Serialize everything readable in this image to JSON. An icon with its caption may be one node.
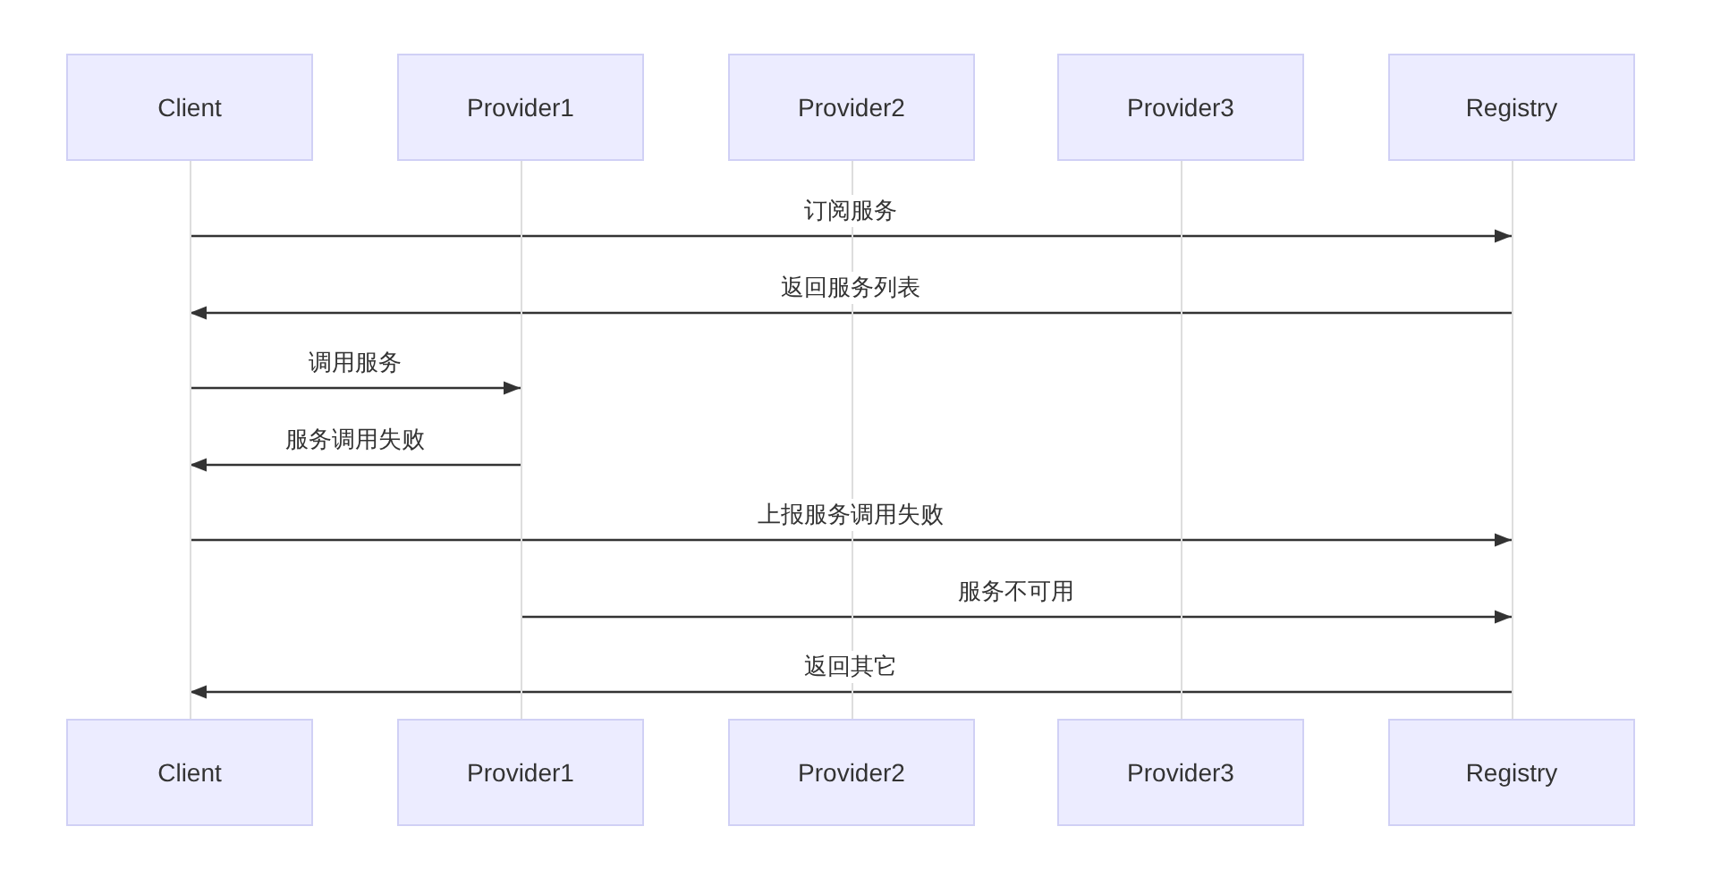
{
  "diagram": {
    "nodes": [
      {
        "text": [
          "Client"
        ]
      },
      {
        "text": [
          "Provider1"
        ]
      },
      {
        "text": [
          "Provider2"
        ]
      },
      {
        "text": [
          "Provider3"
        ]
      },
      {
        "text": [
          "Registry"
        ]
      },
      {
        "text": [],
        "shape": "bar"
      },
      {
        "text": [],
        "shape": "bar"
      },
      {
        "text": [],
        "shape": "bar"
      },
      {
        "text": [],
        "shape": "bar"
      },
      {
        "text": [],
        "shape": "bar"
      },
      {
        "text": [
          "Client"
        ]
      },
      {
        "text": [
          "Provider1"
        ]
      },
      {
        "text": [
          "Provider2"
        ]
      },
      {
        "text": [
          "Provider3"
        ]
      },
      {
        "text": [
          "Registry"
        ]
      }
    ],
    "edges": [
      {
        "from": 5,
        "to": 9,
        "arrow": "to",
        "label": "订阅服务"
      },
      {
        "from": 9,
        "to": 5,
        "arrow": "to",
        "label": "返回服务列表"
      },
      {
        "from": 5,
        "to": 6,
        "arrow": "to",
        "label": "调用服务"
      },
      {
        "from": 6,
        "to": 5,
        "arrow": "to",
        "label": "服务调用失败"
      },
      {
        "from": 5,
        "to": 9,
        "arrow": "to",
        "label": "上报服务调用失败"
      },
      {
        "from": 6,
        "to": 9,
        "arrow": "to",
        "label": "服务不可用"
      },
      {
        "from": 9,
        "to": 5,
        "arrow": "to",
        "label": "返回其它"
      }
    ]
  }
}
